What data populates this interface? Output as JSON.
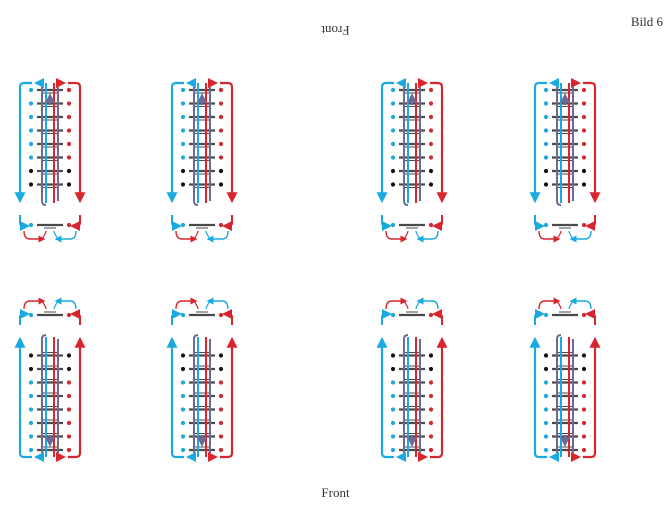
{
  "labels": {
    "figure": "Bild 6",
    "top_side": "Front",
    "bottom_side": "Front"
  },
  "colors": {
    "blue": "#1aa9e0",
    "red": "#d7262e",
    "purple": "#6f6a94",
    "bar": "#4a4a4a",
    "dot_black": "#111111"
  },
  "layout_notes": {
    "top_row": "upper-row",
    "bottom_row": "lower-row",
    "units_per_row": 4,
    "rungs_per_unit": 8
  }
}
